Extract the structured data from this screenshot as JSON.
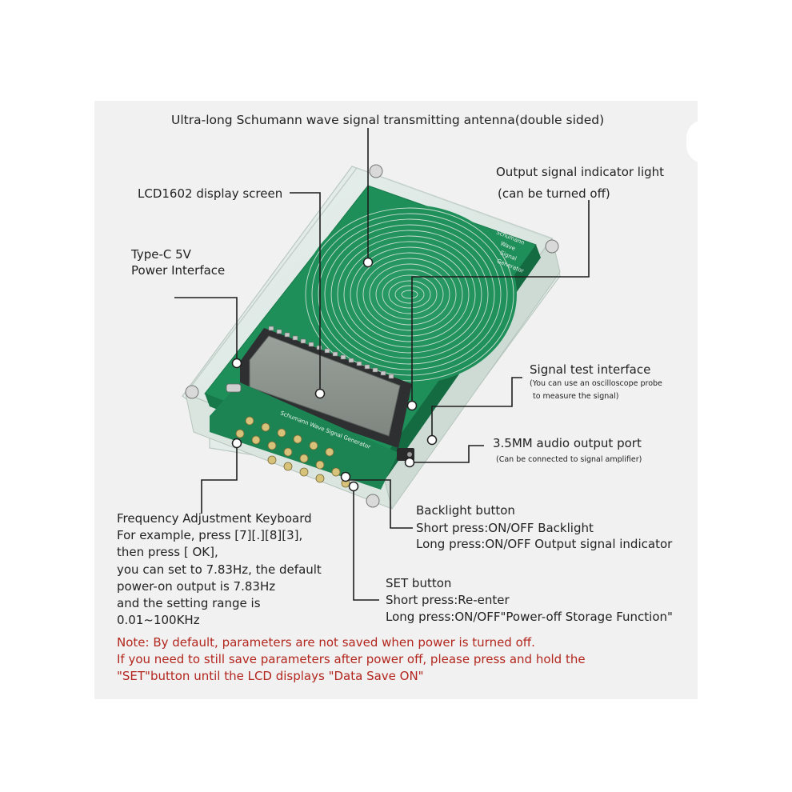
{
  "labels": {
    "antenna": "Ultra-long Schumann wave signal transmitting antenna(double sided)",
    "lcd": "LCD1602 display screen",
    "indicator_line1": "Output signal indicator light",
    "indicator_line2": "(can be turned off)",
    "typec_line1": "Type-C 5V",
    "typec_line2": "Power Interface",
    "signal_test_title": "Signal test interface",
    "signal_test_sub1": "(You can use an oscilloscope probe",
    "signal_test_sub2": "to measure the signal)",
    "audio_title": "3.5MM audio output port",
    "audio_sub": "(Can be connected to signal amplifier)",
    "backlight_line1": "Backlight button",
    "backlight_line2": "Short press:ON/OFF Backlight",
    "backlight_line3": "Long press:ON/OFF Output signal indicator",
    "keyboard_lines": [
      "Frequency Adjustment Keyboard",
      "For example, press [7][.][8][3],",
      "then press [ OK],",
      "you can set to 7.83Hz, the default",
      "power-on output is 7.83Hz",
      "and the setting range is",
      "0.01~100KHz"
    ],
    "set_line1": "SET button",
    "set_line2": "Short press:Re-enter",
    "set_line3": "Long press:ON/OFF\"Power-off Storage Function\""
  },
  "note": {
    "line1": "Note: By default, parameters are not saved when power is turned off.",
    "line2": "If you need to still save parameters after power off, please press and hold the",
    "line3": "\"SET\"button until the LCD displays \"Data Save ON\""
  },
  "board_print": {
    "top_text": [
      "Schumann",
      "Wave",
      "Signal",
      "Generator"
    ],
    "strip_text": "Schumann Wave Signal Generator"
  },
  "colors": {
    "pcb": "#1f8f5a",
    "coil": "#d9e6dd",
    "lcd_screen": "#8f9690",
    "note_text": "#b3261e"
  }
}
